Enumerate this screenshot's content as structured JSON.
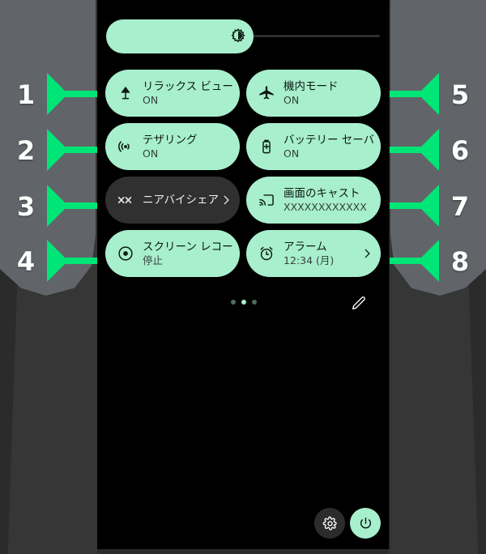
{
  "panel": {
    "name": "quick-settings-panel",
    "background": "#000000",
    "accent": "#a8efcd",
    "marker_color": "#00e676"
  },
  "brightness": {
    "label": "brightness-slider",
    "icon": "brightness-icon",
    "value_percent": 54
  },
  "tiles": [
    {
      "marker": "1",
      "side": "left",
      "icon": "night-light-lamp-icon",
      "title": "リラックス ビュー",
      "subtitle": "ON",
      "state": "on",
      "chevron": false
    },
    {
      "marker": "5",
      "side": "right",
      "icon": "airplane-icon",
      "title": "機内モード",
      "subtitle": "ON",
      "state": "on",
      "chevron": false
    },
    {
      "marker": "2",
      "side": "left",
      "icon": "hotspot-icon",
      "title": "テザリング",
      "subtitle": "ON",
      "state": "on",
      "chevron": false
    },
    {
      "marker": "6",
      "side": "right",
      "icon": "battery-saver-icon",
      "title": "バッテリー セーバ",
      "subtitle": "ON",
      "state": "on",
      "chevron": false
    },
    {
      "marker": "3",
      "side": "left",
      "icon": "nearby-share-icon",
      "title": "ニアバイシェア",
      "subtitle": "",
      "state": "off",
      "chevron": true
    },
    {
      "marker": "7",
      "side": "right",
      "icon": "screen-cast-icon",
      "title": "画面のキャスト",
      "subtitle": "XXXXXXXXXXXX",
      "state": "on",
      "chevron": false
    },
    {
      "marker": "4",
      "side": "left",
      "icon": "screen-record-icon",
      "title": "スクリーン レコー",
      "subtitle": "停止",
      "state": "on",
      "chevron": false
    },
    {
      "marker": "8",
      "side": "right",
      "icon": "alarm-clock-icon",
      "title": "アラーム",
      "subtitle": "12:34 (月)",
      "state": "on",
      "chevron": true
    }
  ],
  "pager": {
    "name": "page-indicator",
    "total": 3,
    "active_index": 1
  },
  "edit": {
    "icon": "pencil-edit-icon"
  },
  "footer": {
    "settings": {
      "icon": "gear-icon"
    },
    "power": {
      "icon": "power-icon"
    }
  },
  "callout_numbers": {
    "left": [
      "1",
      "2",
      "3",
      "4"
    ],
    "right": [
      "5",
      "6",
      "7",
      "8"
    ]
  }
}
